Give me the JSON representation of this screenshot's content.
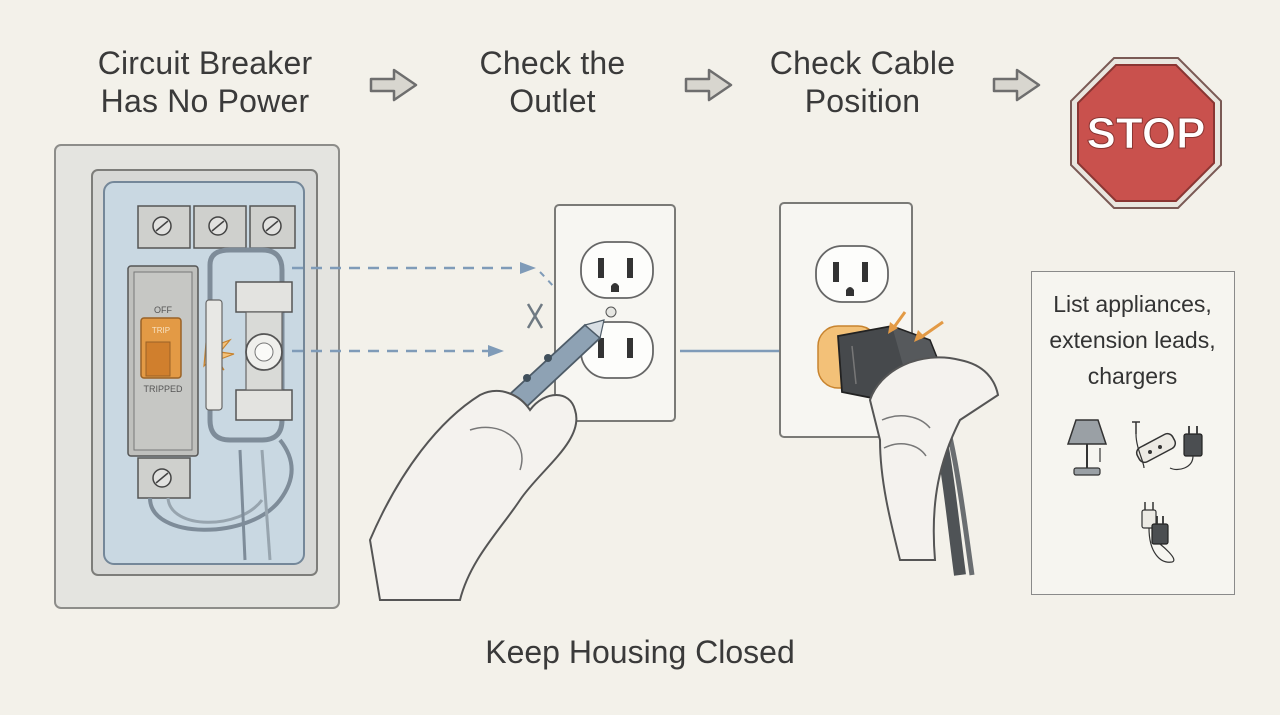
{
  "steps": [
    {
      "line1": "Circuit Breaker",
      "line2": "Has No Power"
    },
    {
      "line1": "Check the",
      "line2": "Outlet"
    },
    {
      "line1": "Check Cable",
      "line2": "Position"
    }
  ],
  "stop_sign": {
    "label": "STOP",
    "color": "#c9514d"
  },
  "breaker": {
    "off_label": "OFF",
    "trip_label": "TRIP",
    "tripped_label": "TRIPPED"
  },
  "footer": {
    "text": "Keep Housing Closed"
  },
  "list_box": {
    "lines": [
      "List appliances,",
      "extension leads,",
      "chargers"
    ],
    "icons": [
      "lamp-icon",
      "extension-lead-icon",
      "charger-icon",
      "phone-charger-icon"
    ]
  },
  "colors": {
    "background": "#f3f1ea",
    "dashed_line": "#7f9bb8",
    "accent_orange": "#e39a45",
    "breaker_blue": "#c9d8e3"
  }
}
